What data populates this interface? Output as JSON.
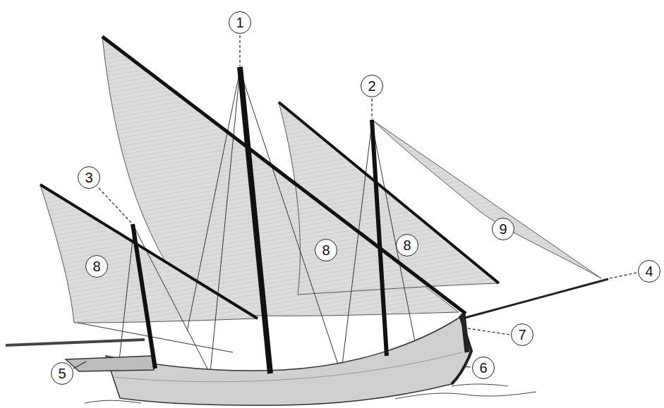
{
  "diagram": {
    "labels": [
      "1",
      "2",
      "3",
      "8",
      "8",
      "8",
      "9",
      "4",
      "7",
      "5",
      "6"
    ]
  }
}
